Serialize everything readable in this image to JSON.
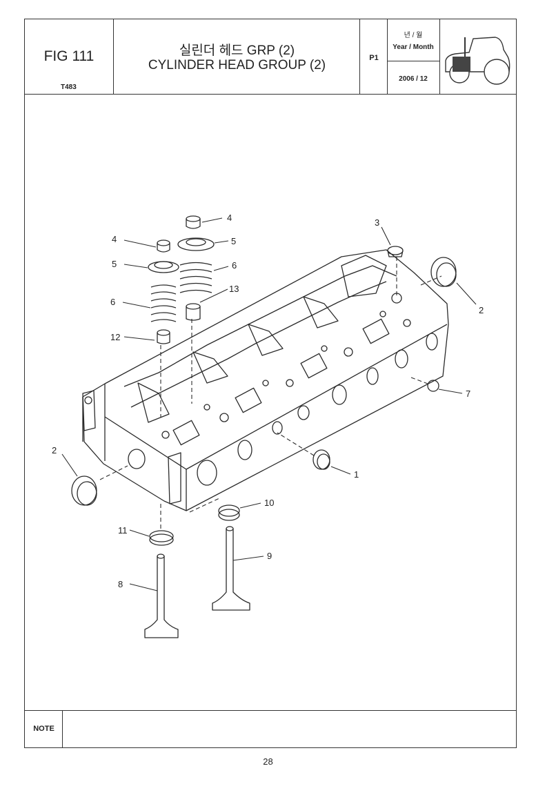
{
  "header": {
    "fig_label": "FIG 111",
    "model_code": "T483",
    "title_korean": "실린더 헤드 GRP (2)",
    "title_english": "CYLINDER HEAD GROUP (2)",
    "page_code": "P1",
    "year_month_korean": "년 / 월",
    "year_month_label": "Year / Month",
    "year_month_value": "2006  / 12"
  },
  "diagram": {
    "callouts": [
      "1",
      "2",
      "2",
      "3",
      "4",
      "4",
      "5",
      "5",
      "6",
      "6",
      "7",
      "8",
      "9",
      "10",
      "11",
      "12",
      "13"
    ]
  },
  "footer": {
    "note_label": "NOTE",
    "page_number": "28"
  }
}
